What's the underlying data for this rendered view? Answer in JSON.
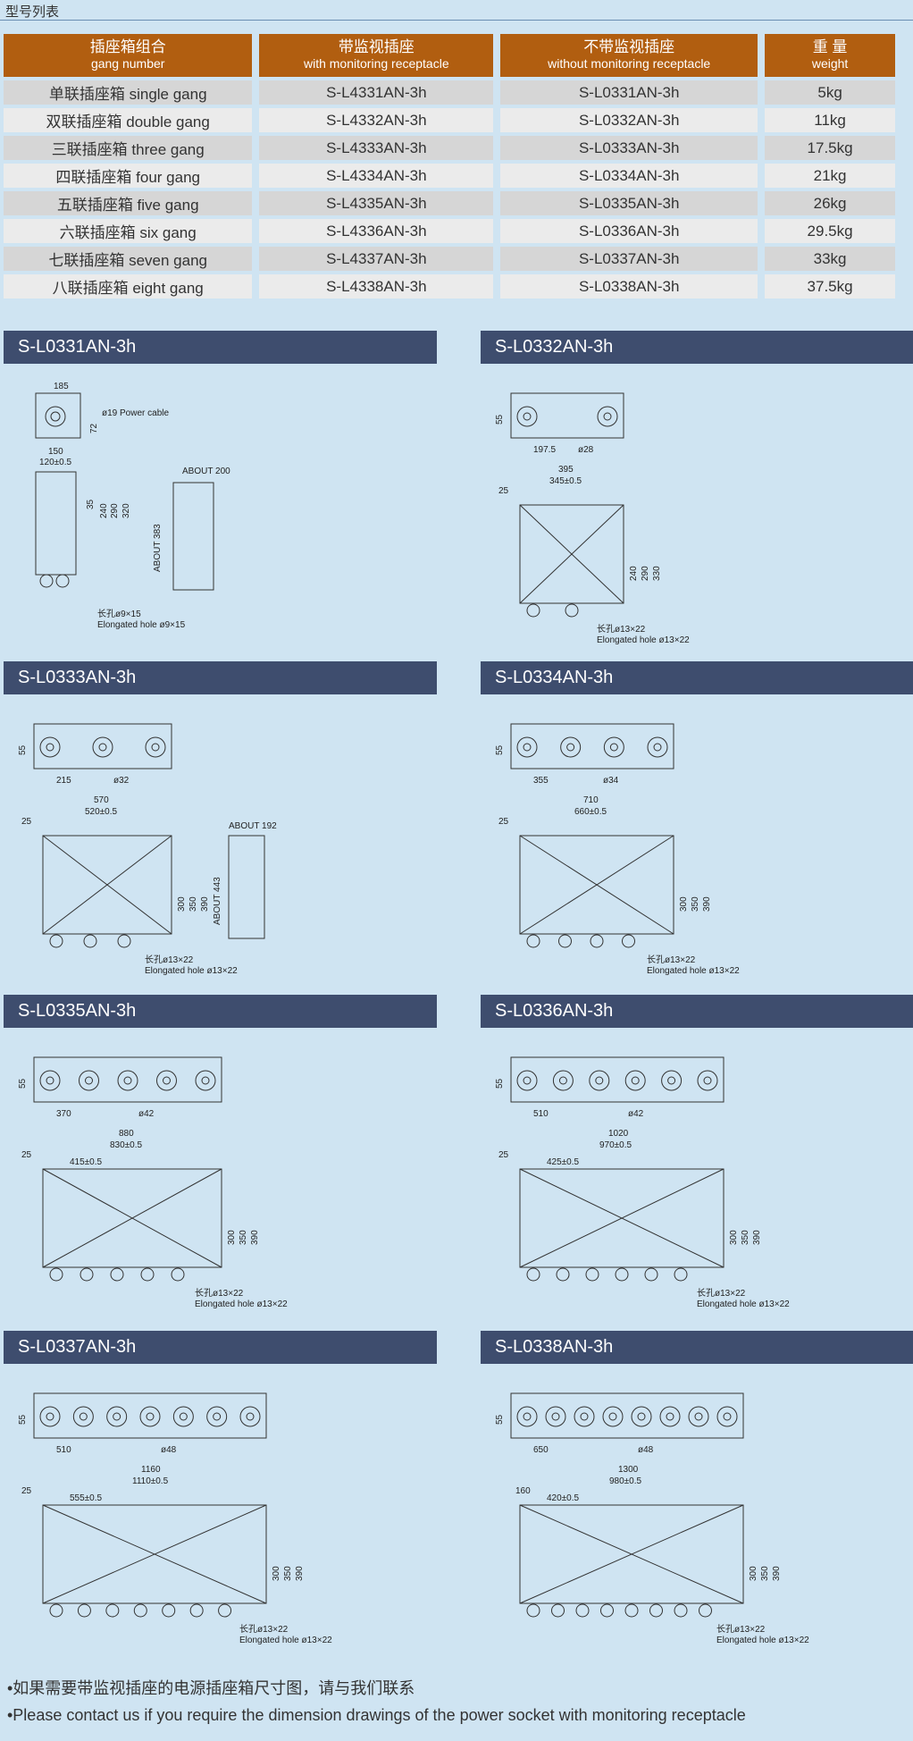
{
  "header": {
    "title": "型号列表"
  },
  "table": {
    "columns": [
      {
        "zh": "插座箱组合",
        "en": "gang number"
      },
      {
        "zh": "带监视插座",
        "en": "with monitoring receptacle"
      },
      {
        "zh": "不带监视插座",
        "en": "without monitoring receptacle"
      },
      {
        "zh": "重 量",
        "en": "weight"
      }
    ],
    "rows": [
      {
        "gang": "单联插座箱 single gang",
        "with": "S-L4331AN-3h",
        "without": "S-L0331AN-3h",
        "weight": "5kg"
      },
      {
        "gang": "双联插座箱 double gang",
        "with": "S-L4332AN-3h",
        "without": "S-L0332AN-3h",
        "weight": "11kg"
      },
      {
        "gang": "三联插座箱 three gang",
        "with": "S-L4333AN-3h",
        "without": "S-L0333AN-3h",
        "weight": "17.5kg"
      },
      {
        "gang": "四联插座箱 four gang",
        "with": "S-L4334AN-3h",
        "without": "S-L0334AN-3h",
        "weight": "21kg"
      },
      {
        "gang": "五联插座箱 five gang",
        "with": "S-L4335AN-3h",
        "without": "S-L0335AN-3h",
        "weight": "26kg"
      },
      {
        "gang": "六联插座箱 six gang",
        "with": "S-L4336AN-3h",
        "without": "S-L0336AN-3h",
        "weight": "29.5kg"
      },
      {
        "gang": "七联插座箱 seven gang",
        "with": "S-L4337AN-3h",
        "without": "S-L0337AN-3h",
        "weight": "33kg"
      },
      {
        "gang": "八联插座箱 eight gang",
        "with": "S-L4338AN-3h",
        "without": "S-L0338AN-3h",
        "weight": "37.5kg"
      }
    ]
  },
  "panels": [
    {
      "title": "S-L0331AN-3h",
      "dims": {
        "top_width": "185",
        "cable": "ø19 Power cable",
        "offset": "72",
        "width": "150",
        "mount": "120±0.5",
        "about_depth": "ABOUT 200",
        "about_height": "ABOUT 383",
        "d35": "35",
        "d240": "240",
        "d290": "290",
        "d320": "320"
      },
      "hole_zh": "长孔ø9×15",
      "hole_en": "Elongated hole ø9×15"
    },
    {
      "title": "S-L0332AN-3h",
      "dims": {
        "h55": "55",
        "pitch": "197.5",
        "dia": "ø28",
        "width": "395",
        "mount": "345±0.5",
        "d25": "25",
        "d240": "240",
        "d290": "290",
        "d330": "330"
      },
      "hole_zh": "长孔ø13×22",
      "hole_en": "Elongated hole ø13×22"
    },
    {
      "title": "S-L0333AN-3h",
      "dims": {
        "h55": "55",
        "pitch": "215",
        "dia": "ø32",
        "width": "570",
        "mount": "520±0.5",
        "d25": "25",
        "about_depth": "ABOUT 192",
        "about_height": "ABOUT 443",
        "d300": "300",
        "d350": "350",
        "d390": "390"
      },
      "hole_zh": "长孔ø13×22",
      "hole_en": "Elongated hole  ø13×22"
    },
    {
      "title": "S-L0334AN-3h",
      "dims": {
        "h55": "55",
        "pitch": "355",
        "dia": "ø34",
        "width": "710",
        "mount": "660±0.5",
        "d25": "25",
        "d300": "300",
        "d350": "350",
        "d390": "390"
      },
      "hole_zh": "长孔ø13×22",
      "hole_en": "Elongated hole ø13×22"
    },
    {
      "title": "S-L0335AN-3h",
      "dims": {
        "h55": "55",
        "pitch": "370",
        "dia": "ø42",
        "width": "880",
        "mount": "830±0.5",
        "half": "415±0.5",
        "d25": "25",
        "d300": "300",
        "d350": "350",
        "d390": "390"
      },
      "hole_zh": "长孔ø13×22",
      "hole_en": "Elongated hole  ø13×22"
    },
    {
      "title": "S-L0336AN-3h",
      "dims": {
        "h55": "55",
        "pitch": "510",
        "dia": "ø42",
        "width": "1020",
        "mount": "970±0.5",
        "half": "425±0.5",
        "d25": "25",
        "d300": "300",
        "d350": "350",
        "d390": "390"
      },
      "hole_zh": "长孔ø13×22",
      "hole_en": "Elongated hole ø13×22"
    },
    {
      "title": "S-L0337AN-3h",
      "dims": {
        "h55": "55",
        "pitch": "510",
        "dia": "ø48",
        "width": "1160",
        "mount": "1110±0.5",
        "half": "555±0.5",
        "d25": "25",
        "d300": "300",
        "d350": "350",
        "d390": "390"
      },
      "hole_zh": "长孔ø13×22",
      "hole_en": "Elongated hole ø13×22"
    },
    {
      "title": "S-L0338AN-3h",
      "dims": {
        "h55": "55",
        "pitch": "650",
        "dia": "ø48",
        "width": "1300",
        "mount": "980±0.5",
        "half": "420±0.5",
        "d160": "160",
        "d300": "300",
        "d350": "350",
        "d390": "390"
      },
      "hole_zh": "长孔ø13×22",
      "hole_en": "Elongated hole ø13×22"
    }
  ],
  "notes": {
    "zh": "•如果需要带监视插座的电源插座箱尺寸图，请与我们联系",
    "en": "•Please contact us if you require the dimension drawings of the power socket with monitoring receptacle"
  }
}
